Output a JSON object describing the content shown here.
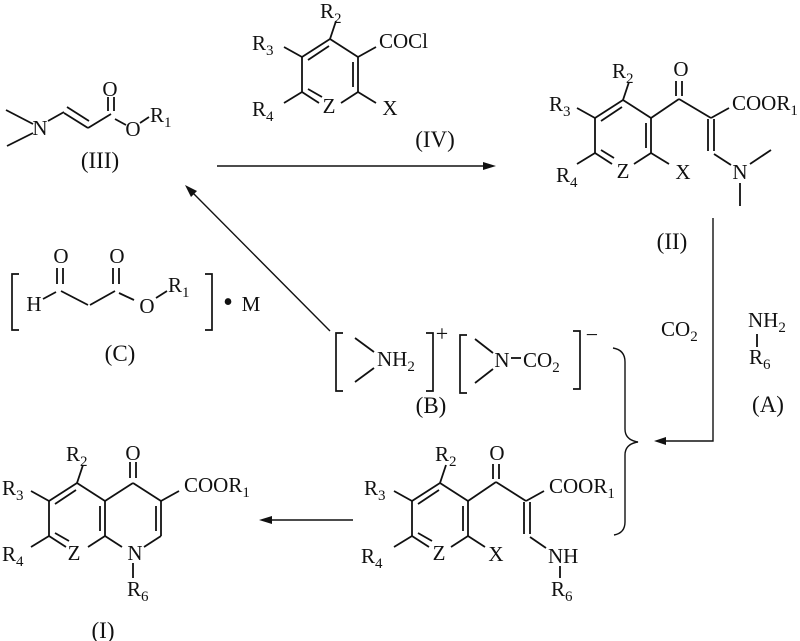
{
  "scheme": {
    "compound_labels": {
      "I": "(I)",
      "II": "(II)",
      "III": "(III)",
      "IV": "(IV)",
      "A": "(A)",
      "B": "(B)",
      "C": "(C)"
    },
    "tokens": {
      "R": "R",
      "O": "O",
      "N": "N",
      "H": "H",
      "X": "X",
      "Z": "Z",
      "M": "M",
      "NH": "NH",
      "CO": "CO",
      "COCl": "COCl",
      "COOR": "COOR",
      "sub1": "1",
      "sub2": "2",
      "sub3": "3",
      "sub4": "4",
      "sub6": "6",
      "plus": "+",
      "minus": "−",
      "bullet": "•"
    }
  }
}
